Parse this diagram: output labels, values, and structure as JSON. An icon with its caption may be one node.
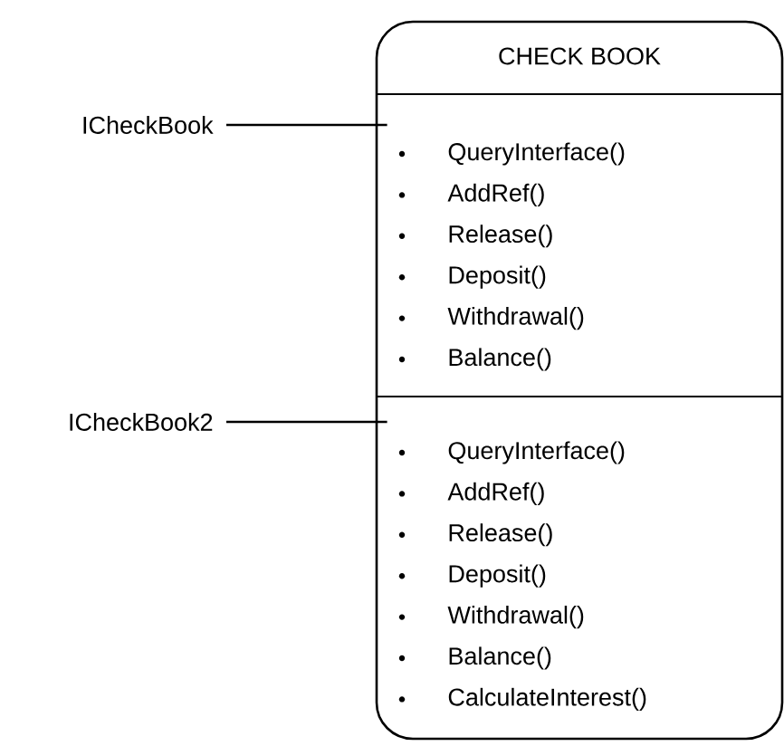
{
  "diagram": {
    "nodes": [
      {
        "text": [
          "CHECK BOOK"
        ]
      },
      {
        "text": [
          "QueryInterface()",
          "AddRef()",
          "Release()",
          "Deposit()",
          "Withdrawal()",
          "Balance()"
        ],
        "in": 0
      },
      {
        "text": [
          "QueryInterface()",
          "AddRef()",
          "Release()",
          "Deposit()",
          "Withdrawal()",
          "Balance()",
          "CalculateInterest()"
        ],
        "in": 0
      },
      {
        "text": [
          "ICheckBook"
        ]
      },
      {
        "text": [
          "ICheckBook2"
        ]
      }
    ],
    "edges": [
      {
        "from": 3,
        "to": 1,
        "arrow": "none"
      },
      {
        "from": 4,
        "to": 2,
        "arrow": "none"
      }
    ]
  }
}
